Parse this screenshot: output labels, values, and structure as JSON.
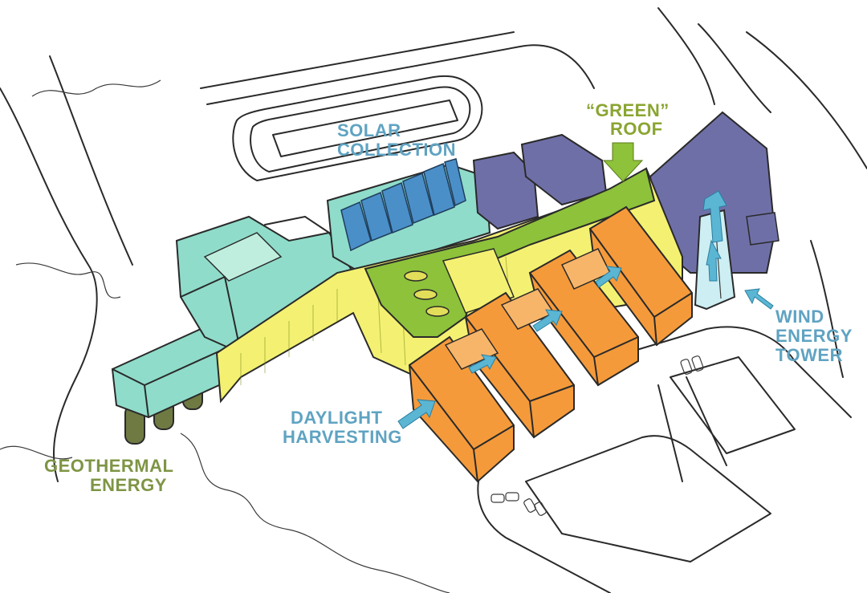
{
  "colors": {
    "solar_label": "#5fa3c2",
    "green_label": "#8aa531",
    "daylight_label": "#5fa3c2",
    "wind_label": "#5fa3c2",
    "geothermal_label": "#7e9545",
    "teal_building": "#8fdcca",
    "purple_building": "#6f6fa8",
    "orange_building": "#f59a3a",
    "yellow_wall": "#f4f172",
    "green_roof": "#8dc23a",
    "solar_panel": "#4a8fc8",
    "arrow": "#5bb6d4",
    "geothermal_column": "#6f7a43"
  },
  "labels": {
    "solar": [
      "SOLAR",
      "COLLECTION"
    ],
    "green_roof": [
      "“GREEN”",
      "ROOF"
    ],
    "daylight": [
      "DAYLIGHT",
      "HARVESTING"
    ],
    "wind": [
      "WIND",
      "ENERGY",
      "TOWER"
    ],
    "geothermal": [
      "GEOTHERMAL",
      "ENERGY"
    ]
  }
}
